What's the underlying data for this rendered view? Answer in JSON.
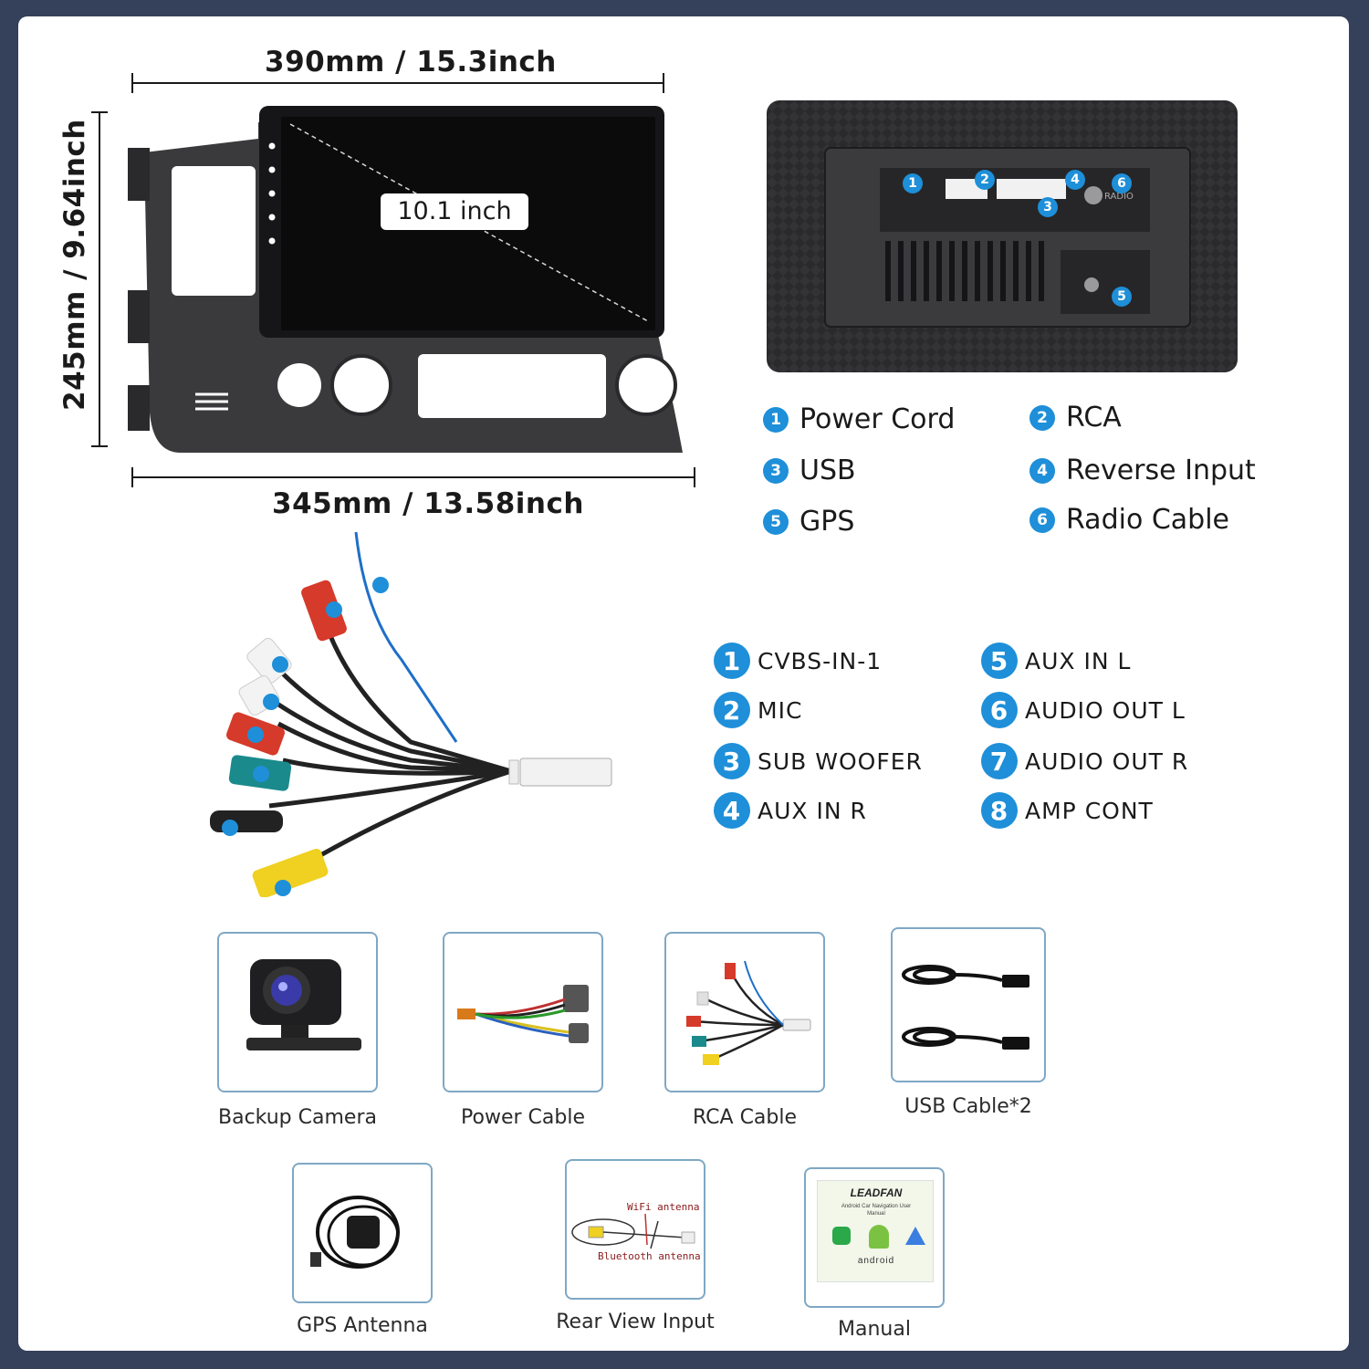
{
  "dimensions": {
    "top_width": "390mm / 15.3inch",
    "bottom_width": "345mm / 13.58inch",
    "height": "245mm / 9.64inch",
    "screen_size": "10.1 inch"
  },
  "ports": [
    {
      "num": "1",
      "label": "Power Cord"
    },
    {
      "num": "2",
      "label": "RCA"
    },
    {
      "num": "3",
      "label": "USB"
    },
    {
      "num": "4",
      "label": "Reverse Input"
    },
    {
      "num": "5",
      "label": "GPS"
    },
    {
      "num": "6",
      "label": "Radio Cable"
    }
  ],
  "rear_panel_text": "RADIO",
  "rca_channels": [
    {
      "num": "1",
      "label": "CVBS-IN-1"
    },
    {
      "num": "2",
      "label": "MIC"
    },
    {
      "num": "3",
      "label": "SUB WOOFER"
    },
    {
      "num": "4",
      "label": "AUX IN R"
    },
    {
      "num": "5",
      "label": "AUX IN L"
    },
    {
      "num": "6",
      "label": "AUDIO OUT L"
    },
    {
      "num": "7",
      "label": "AUDIO OUT R"
    },
    {
      "num": "8",
      "label": "AMP CONT"
    }
  ],
  "accessories": [
    {
      "label": "Backup Camera"
    },
    {
      "label": "Power Cable"
    },
    {
      "label": "RCA Cable"
    },
    {
      "label": "USB Cable*2"
    },
    {
      "label": "GPS Antenna"
    },
    {
      "label": "Rear View Input"
    },
    {
      "label": "Manual"
    }
  ],
  "rear_view_diagram": {
    "wifi": "WiFi antenna",
    "bluetooth": "Bluetooth antenna"
  },
  "manual_cover": {
    "brand": "LEADFAN",
    "subtitle": "Android Car Navigation User Manual",
    "os": "android"
  },
  "colors": {
    "accent": "#1e8fd8",
    "frame": "#3a3a3c",
    "background": "#35405a"
  }
}
